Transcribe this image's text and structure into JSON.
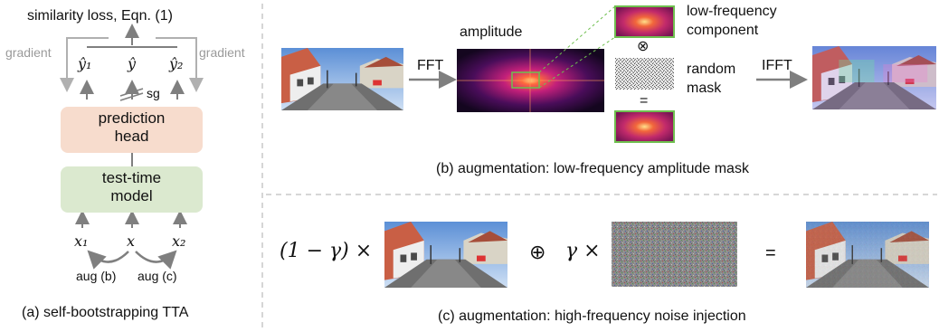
{
  "panel_a": {
    "title": "similarity loss, Eqn. (1)",
    "gradient_left": "gradient",
    "gradient_right": "gradient",
    "y1": "ŷ₁",
    "y": "ŷ",
    "y2": "ŷ₂",
    "sg": "sg",
    "prediction_head": "prediction head",
    "test_time_model": "test-time model",
    "x1": "x₁",
    "x": "x",
    "x2": "x₂",
    "aug_b": "aug (b)",
    "aug_c": "aug (c)",
    "caption": "(a) self-bootstrapping TTA"
  },
  "panel_b": {
    "fft": "FFT",
    "amplitude": "amplitude",
    "otimes": "⊗",
    "equals": "=",
    "low_freq": "low-frequency component",
    "random_mask": "random mask",
    "ifft": "IFFT",
    "caption": "(b) augmentation: low-frequency amplitude mask"
  },
  "panel_c": {
    "one_minus_gamma": "(1 − γ) ×",
    "oplus": "⊕",
    "gamma": "γ ×",
    "equals": "=",
    "caption": "(c) augmentation: high-frequency noise injection"
  },
  "colors": {
    "prediction_head_bg": "#f7dccd",
    "test_time_model_bg": "#dbe9cf",
    "green_highlight": "#6fbf4f",
    "arrow_gray": "#7f7f7f",
    "divider": "#c8c8c8"
  }
}
